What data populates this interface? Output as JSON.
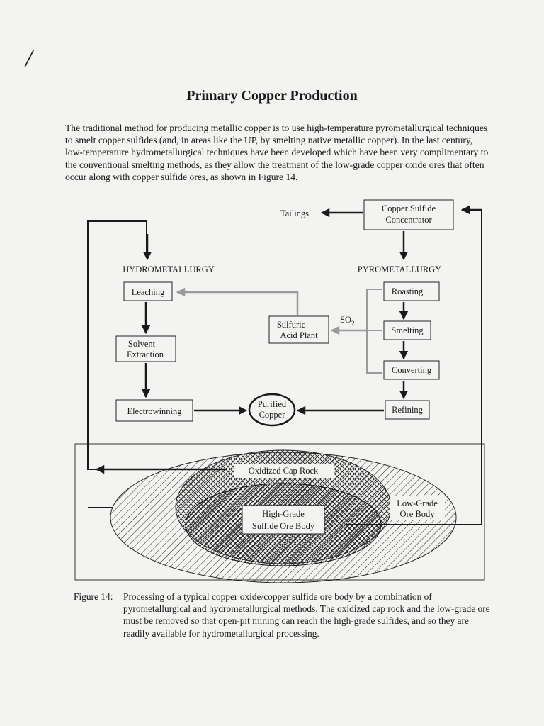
{
  "document": {
    "margin_mark": "/",
    "title": "Primary Copper Production",
    "intro_text": "The traditional method for producing metallic copper is to use high-temperature pyrometallurgical techniques to smelt copper sulfides (and, in areas like the UP, by smelting native metallic copper). In the last century, low-temperature hydrometallurgical techniques have been developed which have been very complimentary to the conventional smelting methods, as they allow the treatment of the low-grade copper oxide ores that often occur along with copper sulfide ores, as shown in Figure 14."
  },
  "diagram": {
    "tailings": "Tailings",
    "concentrator_line1": "Copper Sulfide",
    "concentrator_line2": "Concentrator",
    "hydrometallurgy": "HYDROMETALLURGY",
    "pyrometallurgy": "PYROMETALLURGY",
    "leaching": "Leaching",
    "solvent_line1": "Solvent",
    "solvent_line2": "Extraction",
    "electrowinning": "Electrowinning",
    "acid_line1": "Sulfuric",
    "acid_line2": "Acid Plant",
    "so2_main": "SO",
    "so2_sub": "2",
    "roasting": "Roasting",
    "smelting": "Smelting",
    "converting": "Converting",
    "refining": "Refining",
    "purified_line1": "Purified",
    "purified_line2": "Copper",
    "oxidized_cap": "Oxidized Cap Rock",
    "highgrade_line1": "High-Grade",
    "highgrade_line2": "Sulfide Ore Body",
    "lowgrade_line1": "Low-Grade",
    "lowgrade_line2": "Ore Body"
  },
  "caption": {
    "label": "Figure 14:",
    "text": "Processing of a typical copper oxide/copper sulfide ore body by a combination of pyrometallurgical and hydrometallurgical methods. The oxidized cap rock and the low-grade ore must be removed so that open-pit mining can reach the high-grade sulfides, and so they are readily available for hydrometallurgical processing."
  }
}
